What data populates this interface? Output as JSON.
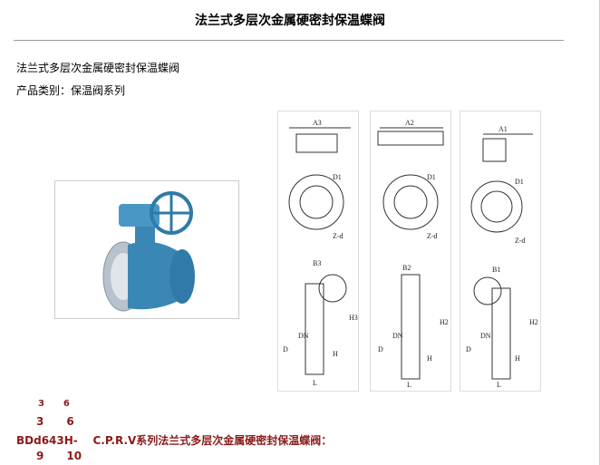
{
  "page_title": "法兰式多层次金属硬密封保温蝶阀",
  "product_name": "法兰式多层次金属硬密封保温蝶阀",
  "category_line": "产品类别：保温阀系列",
  "drawings": [
    {
      "top_width": "A3",
      "side_width": "B3",
      "height": "H3",
      "diameter": "D1",
      "holes": "Z-d",
      "d": "D",
      "dn": "DN",
      "h": "H",
      "l": "L"
    },
    {
      "top_width": "A2",
      "side_width": "B2",
      "height": "H2",
      "diameter": "D1",
      "holes": "Z-d",
      "d": "D",
      "dn": "DN",
      "h": "H",
      "l": "L"
    },
    {
      "top_width": "A1",
      "side_width": "B1",
      "height": "H2",
      "diameter": "D1",
      "holes": "Z-d",
      "d": "D",
      "dn": "DN",
      "h": "H",
      "l": "L"
    }
  ],
  "red_text": {
    "row1": "3      6",
    "row2": "3      6",
    "row3": "BDd643H-    C.P.R.V系列法兰式多层次金属硬密封保温蝶阀：",
    "row4": "9      10"
  },
  "colors": {
    "red": "#8b1a1a",
    "valve_blue": "#3a87b5"
  }
}
